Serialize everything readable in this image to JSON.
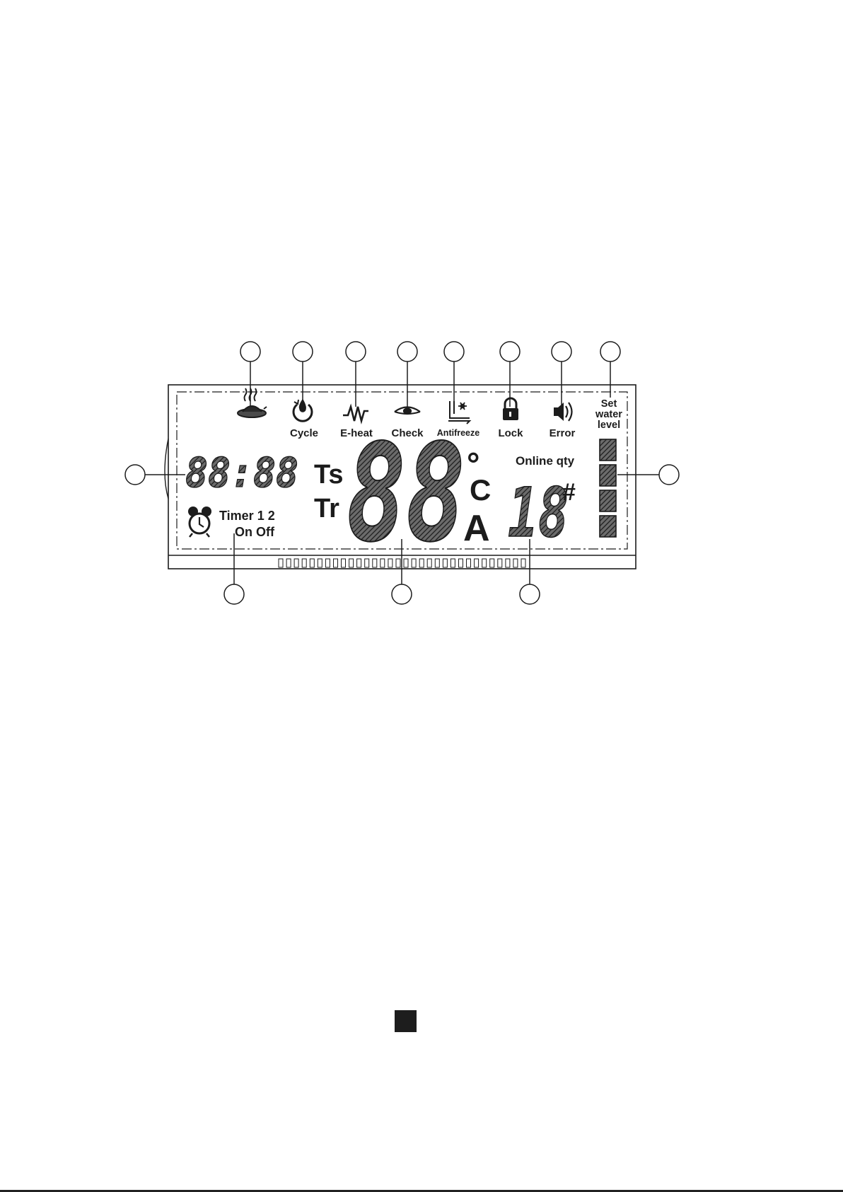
{
  "icons": {
    "heat-icon": "hot-water-heating-icon",
    "cycle": "Cycle",
    "eheat": "E-heat",
    "check": "Check",
    "antifreeze": "Antifreeze",
    "lock": "Lock",
    "error": "Error",
    "set_water_level": [
      "Set",
      "water",
      "level"
    ]
  },
  "display": {
    "clock": "88:88",
    "ts": "Ts",
    "tr": "Tr",
    "main_digits": "88",
    "degree": "°",
    "unit_c": "C",
    "unit_a": "A",
    "online_qty": "Online qty",
    "unit_number": "18",
    "hash": "#",
    "timer_line1": "Timer 1 2",
    "timer_line2": "On Off"
  },
  "water_level_bars": 4,
  "connector_pins": 32,
  "colors": {
    "ink": "#1c1c1c",
    "segment_fill": "#3a3a3a",
    "background": "#ffffff"
  }
}
